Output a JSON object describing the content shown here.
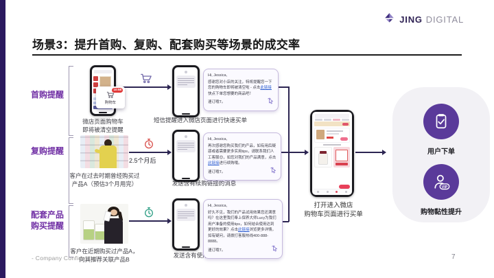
{
  "logo": {
    "jing": "JING",
    "digital": "DIGITAL"
  },
  "title": "场景3：提升首购、复购、配套购买等场景的成交率",
  "rows": [
    {
      "label": "首购提醒",
      "source_caption": "微店页面购物车\n即将被清空提醒",
      "popup": {
        "badge": "10:58",
        "label": "购物车"
      },
      "message_caption": "短信提醒进入微店页面进行快速买单",
      "bubble": {
        "greeting": "Hi, Jessica,",
        "before_link": "感谢您对小店的关注，特将提醒您一下您的购物车即将被清空啦 - 点击",
        "link": "此链接",
        "after_link": "快点下单您想要的商品吧！",
        "closing": "速订哦T。"
      }
    },
    {
      "label": "复购提醒",
      "source_caption": "客户在过去时期曾经购买过\n产品A（预估3个月用完）",
      "timer_label": "2.5个月后",
      "message_caption": "发送含有续购链接的消息",
      "bubble": {
        "greeting": "Hi, Jessica,",
        "before_link": "再次感谢您购买我们的产品，如有用后疑惑或者需要更多实用tips，请联系我们人工客服😊，如您对我们的产品满意，点击",
        "link": "此链接",
        "after_link": "进行续购哦。",
        "closing": "速订哦T。"
      }
    },
    {
      "label": "配套产品\n购买提醒",
      "source_caption": "客户在近期购买过产品A，\n向其推荐关联产品B",
      "message_caption": "发送含有使用tips的消息",
      "bubble": {
        "greeting": "Hi, Jessica,",
        "before_link": "好久不见，我们的产品试用效果您还满意吗？在这里我们奉上保养大师Lucy为我们用户准备的使用tips，如何结合使用达到更好的效果？点击",
        "link": "此链接",
        "after_link": "浏览更多详情，如有疑问，请拨打客服热线400-888-8888。",
        "closing": "速订哦T。"
      }
    }
  ],
  "center": {
    "caption": "打开进入微店\n购物车页面进行买单"
  },
  "outcomes": [
    {
      "label": "用户下单"
    },
    {
      "label": "购物黏性提升",
      "badge": "VIP"
    }
  ],
  "footer": {
    "confidential": "- Company Confidential -",
    "page": "7"
  },
  "colors": {
    "brand_dark": "#2b1a5f",
    "label_purple": "#7130a5",
    "arrow": "#2c2552",
    "accent_purple": "#5a3a9a",
    "link_blue": "#2f5fd0",
    "timer_red": "#d9534f",
    "timer_green": "#33a188"
  }
}
